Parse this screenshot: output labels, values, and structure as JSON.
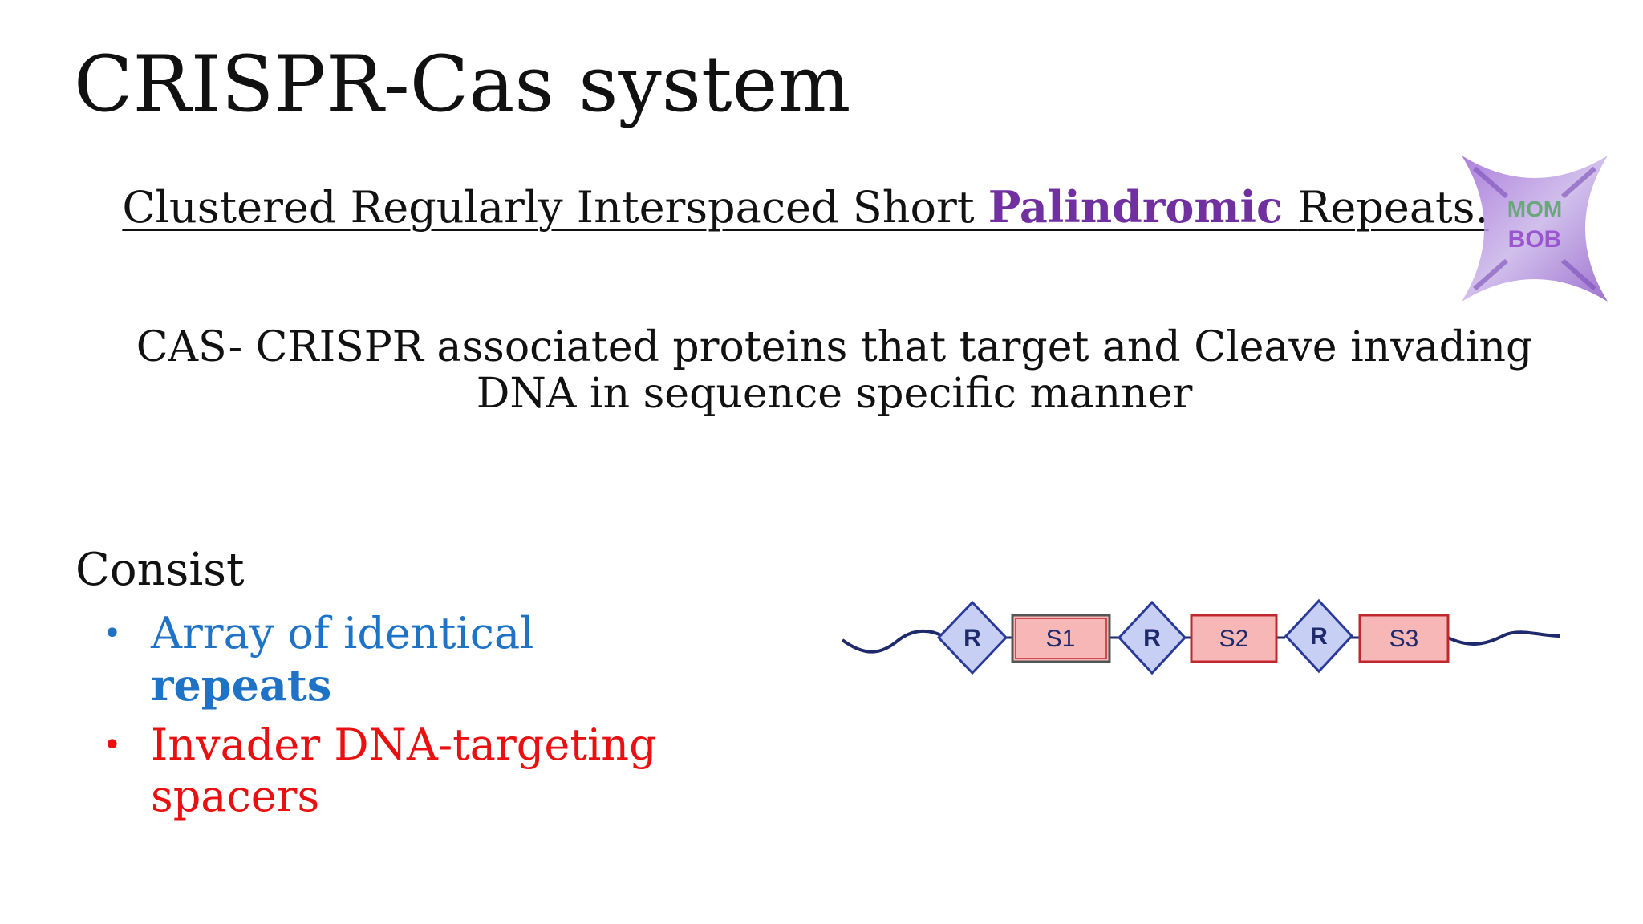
{
  "slide": {
    "title": "CRISPR-Cas system",
    "acronym": {
      "before": "Clustered Regularly Interspaced Short ",
      "highlight": "Palindromic ",
      "after": "Repeats.",
      "highlight_color": "#7030a0"
    },
    "logo": {
      "icon": "palindrome-word-cloud-logo",
      "words": [
        "MOM",
        "BOB"
      ]
    },
    "cas_description": "CAS- CRISPR associated proteins that target and Cleave invading DNA in sequence specific manner",
    "consist_label": "Consist",
    "bullets": [
      {
        "text": "Array of identical ",
        "bold": "repeats",
        "color": "#1f73c6"
      },
      {
        "text": "Invader DNA-targeting spacers",
        "color": "#e81010"
      }
    ],
    "diagram": {
      "repeat_label": "R",
      "spacers": [
        "S1",
        "S2",
        "S3"
      ],
      "repeat_fill": "#c8cff5",
      "repeat_stroke": "#2a3a9a",
      "spacer_fill": "#f7b7b7",
      "spacer_stroke": "#c0282d",
      "strand_color": "#1e2a6b"
    }
  }
}
